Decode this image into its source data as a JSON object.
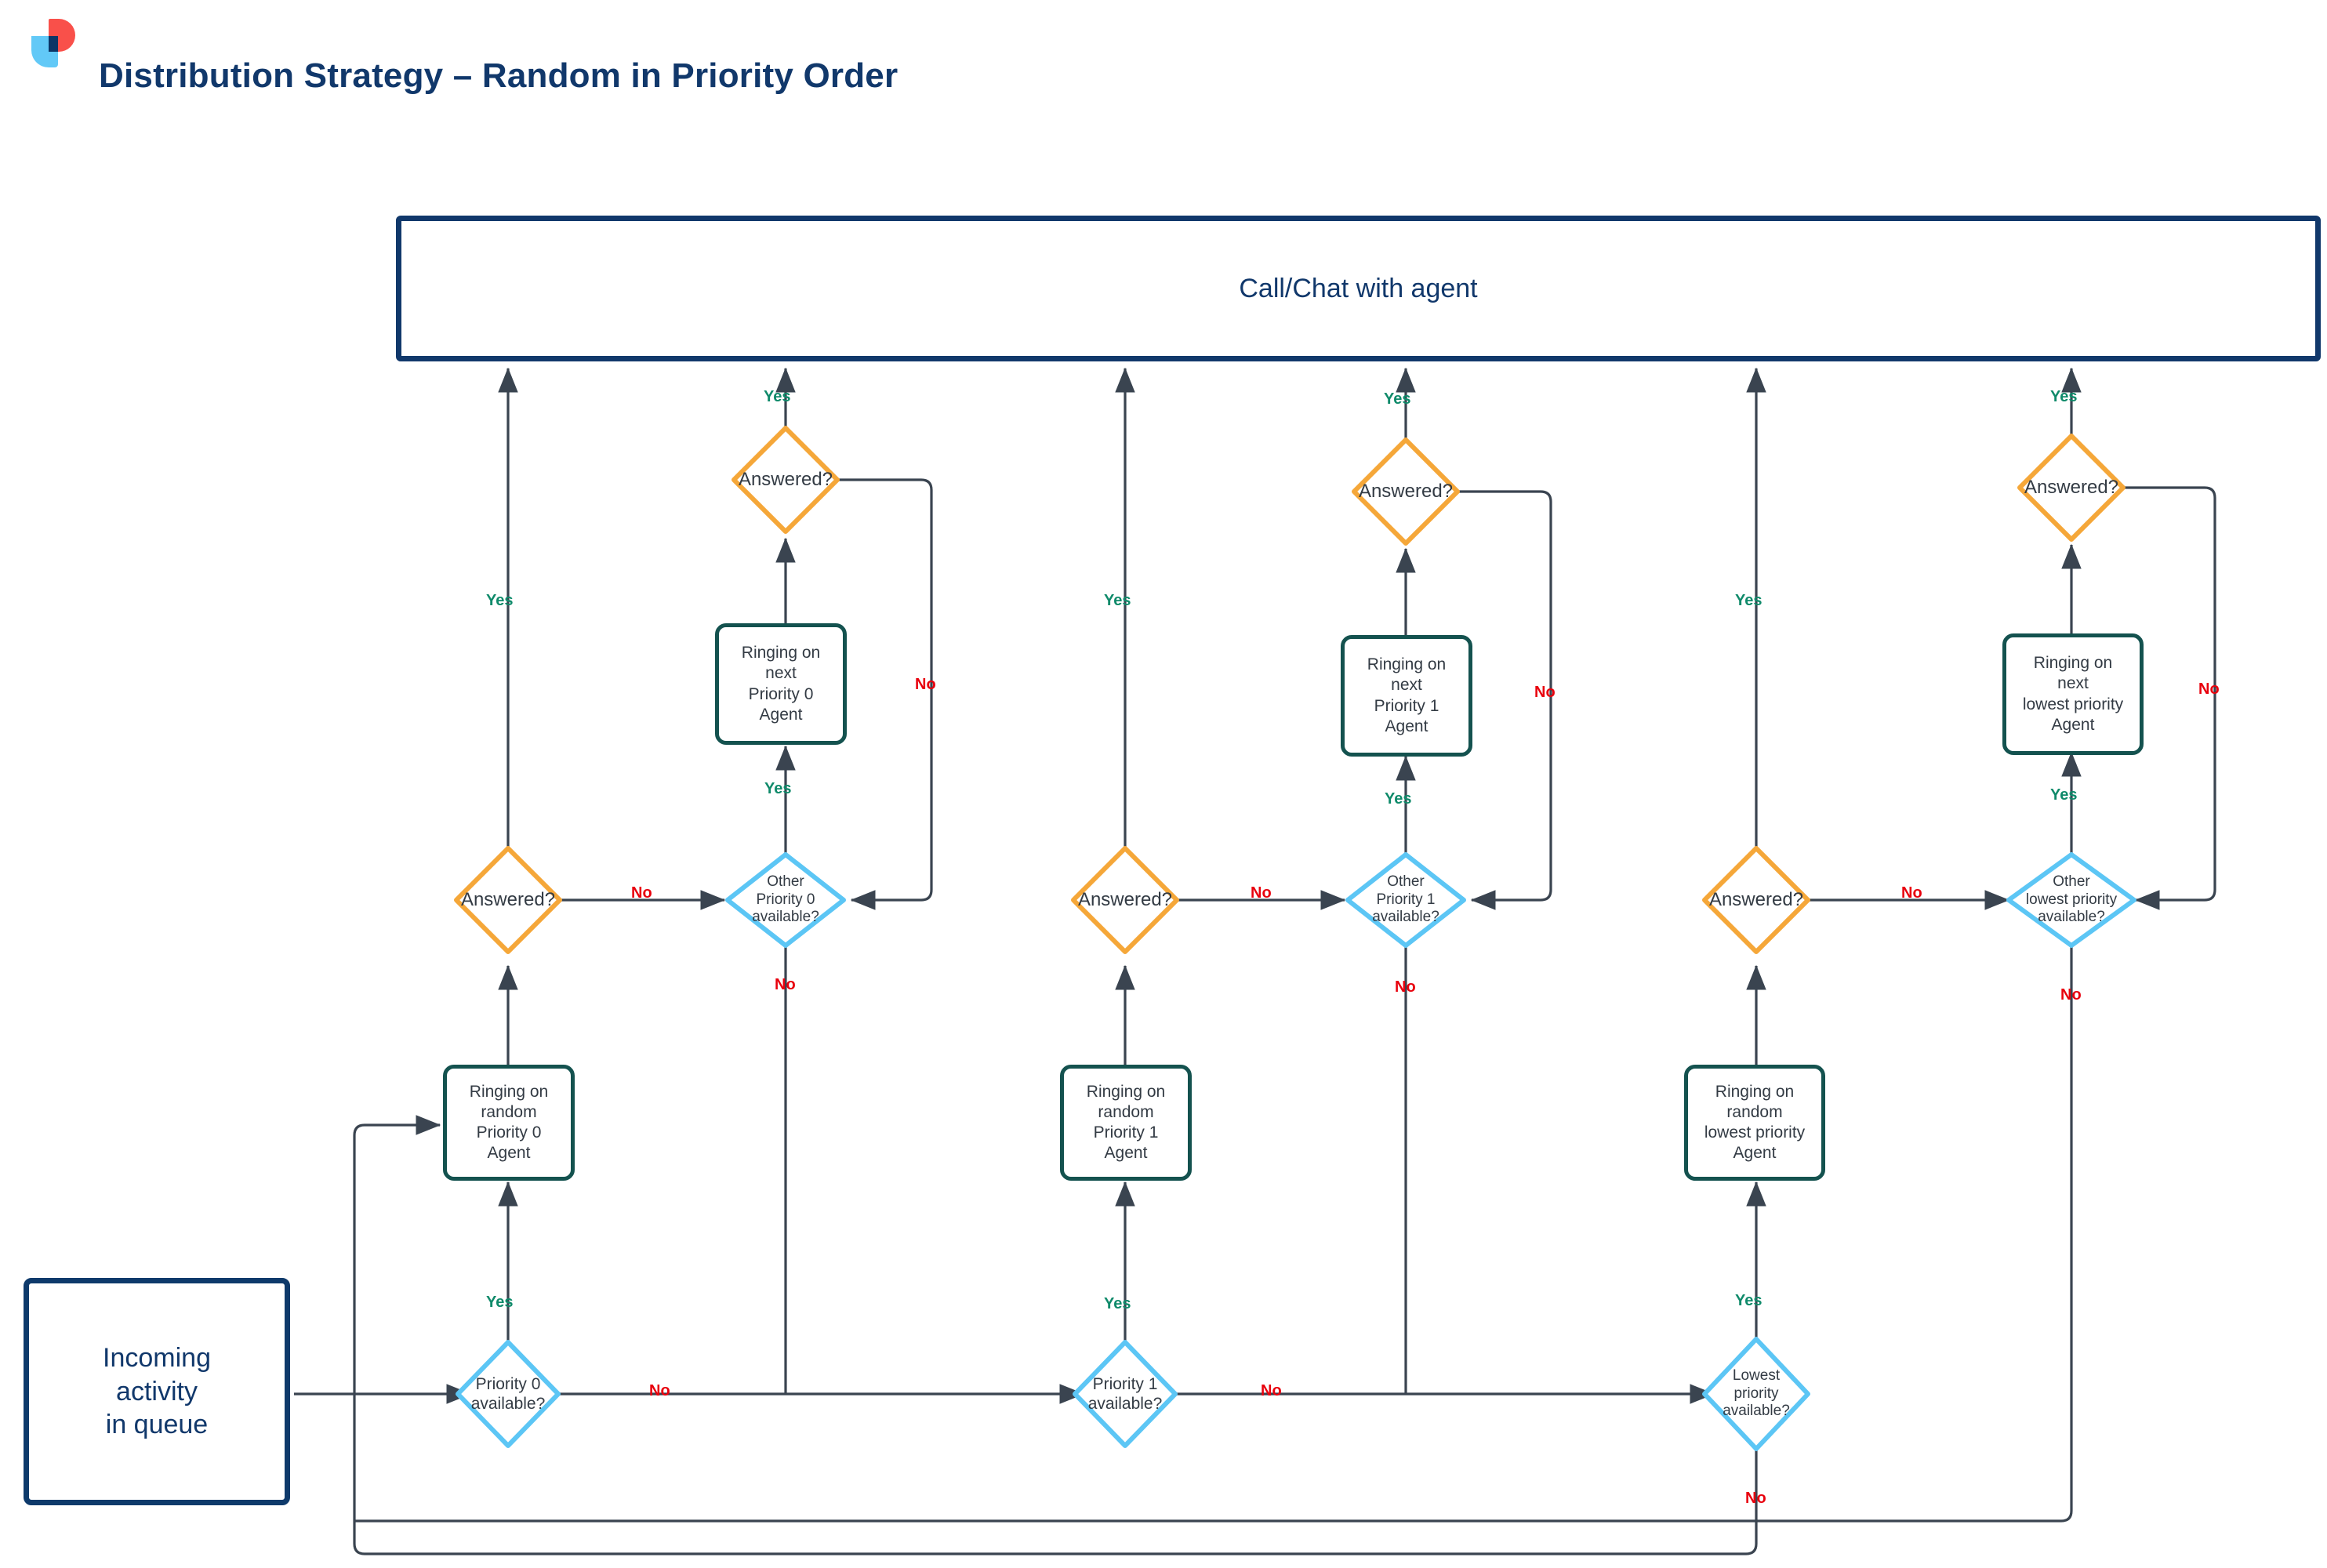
{
  "header": {
    "title": "Distribution Strategy – Random in Priority Order",
    "logo_name": "brand-logo"
  },
  "colors": {
    "title": "#11386b",
    "navy": "#11386b",
    "teal": "#14524f",
    "orange": "#f5a739",
    "cyan": "#5cc6f5",
    "yes": "#0f8a6a",
    "no": "#e8000d",
    "connector": "#3a4450",
    "logo_red": "#f9504a",
    "logo_blue": "#62c9f7",
    "logo_navy": "#0b3566"
  },
  "nodes": {
    "call_with_agent": "Call/Chat with agent",
    "incoming_activity": "Incoming\nactivity\nin queue",
    "answered": "Answered?",
    "col0": {
      "avail": "Priority 0\navailable?",
      "ring_random": "Ringing on\nrandom\nPriority 0\nAgent",
      "other_avail": "Other\nPriority 0\navailable?",
      "ring_next": "Ringing on\nnext\nPriority 0\nAgent"
    },
    "col1": {
      "avail": "Priority 1\navailable?",
      "ring_random": "Ringing on\nrandom\nPriority 1\nAgent",
      "other_avail": "Other\nPriority 1\navailable?",
      "ring_next": "Ringing on\nnext\nPriority 1\nAgent"
    },
    "col2": {
      "avail": "Lowest\npriority\navailable?",
      "ring_random": "Ringing on\nrandom\nlowest priority\nAgent",
      "other_avail": "Other\nlowest priority\navailable?",
      "ring_next": "Ringing on\nnext\nlowest priority\nAgent"
    }
  },
  "edge_labels": {
    "yes": "Yes",
    "no": "No"
  },
  "chart_data": {
    "type": "flowchart",
    "title": "Distribution Strategy – Random in Priority Order",
    "terminator": "Incoming activity in queue",
    "sink": "Call/Chat with agent",
    "stages": [
      {
        "name": "Priority 0",
        "decision_available": "Priority 0 available?",
        "process_random": "Ringing on random Priority 0 Agent",
        "decision_answered": "Answered?",
        "decision_other": "Other Priority 0 available?",
        "process_next": "Ringing on next Priority 0 Agent"
      },
      {
        "name": "Priority 1",
        "decision_available": "Priority 1 available?",
        "process_random": "Ringing on random Priority 1 Agent",
        "decision_answered": "Answered?",
        "decision_other": "Other Priority 1 available?",
        "process_next": "Ringing on next Priority 1 Agent"
      },
      {
        "name": "Lowest priority",
        "decision_available": "Lowest priority available?",
        "process_random": "Ringing on random lowest priority Agent",
        "decision_answered": "Answered?",
        "decision_other": "Other lowest priority available?",
        "process_next": "Ringing on next lowest priority Agent"
      }
    ],
    "edges": [
      {
        "from": "Incoming activity in queue",
        "to": "Priority 0 available?",
        "label": ""
      },
      {
        "from": "Priority 0 available?",
        "to": "Ringing on random Priority 0 Agent",
        "label": "Yes"
      },
      {
        "from": "Priority 0 available?",
        "to": "Priority 1 available?",
        "label": "No"
      },
      {
        "from": "Ringing on random Priority 0 Agent",
        "to": "Answered?",
        "label": ""
      },
      {
        "from": "Answered?",
        "to": "Call/Chat with agent",
        "label": "Yes"
      },
      {
        "from": "Answered?",
        "to": "Other Priority 0 available?",
        "label": "No"
      },
      {
        "from": "Other Priority 0 available?",
        "to": "Ringing on next Priority 0 Agent",
        "label": "Yes"
      },
      {
        "from": "Other Priority 0 available?",
        "to": "Priority 1 available?",
        "label": "No"
      },
      {
        "from": "Ringing on next Priority 0 Agent",
        "to": "Answered?",
        "label": ""
      },
      {
        "from": "Priority 1 available?",
        "to": "Ringing on random Priority 1 Agent",
        "label": "Yes"
      },
      {
        "from": "Priority 1 available?",
        "to": "Lowest priority available?",
        "label": "No"
      },
      {
        "from": "Other Priority 1 available?",
        "to": "Lowest priority available?",
        "label": "No"
      },
      {
        "from": "Lowest priority available?",
        "to": "Ringing on random lowest priority Agent",
        "label": "Yes"
      },
      {
        "from": "Lowest priority available?",
        "to": "Ringing on random Priority 0 Agent",
        "label": "No"
      },
      {
        "from": "Other lowest priority available?",
        "to": "Ringing on random Priority 0 Agent",
        "label": "No"
      }
    ]
  }
}
